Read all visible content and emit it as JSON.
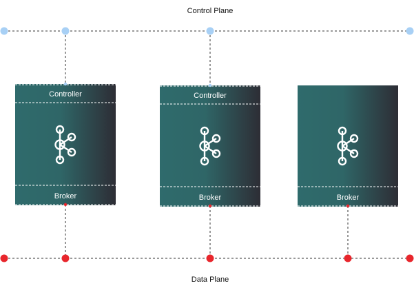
{
  "planes": {
    "control_label": "Control Plane",
    "data_label": "Data Plane"
  },
  "nodes": [
    {
      "top_label": "Controller",
      "bottom_label": "Broker",
      "is_controller": true
    },
    {
      "top_label": "Controller",
      "bottom_label": "Broker",
      "is_controller": true
    },
    {
      "top_label": "",
      "bottom_label": "Broker",
      "is_controller": false
    }
  ],
  "colors": {
    "control_dot": "#a8d0f5",
    "data_dot": "#e8262c",
    "box_gradient_start": "#2f6b6c",
    "box_gradient_end": "#2d2d35"
  },
  "icons": {
    "broker_icon": "kafka-logo-icon"
  }
}
